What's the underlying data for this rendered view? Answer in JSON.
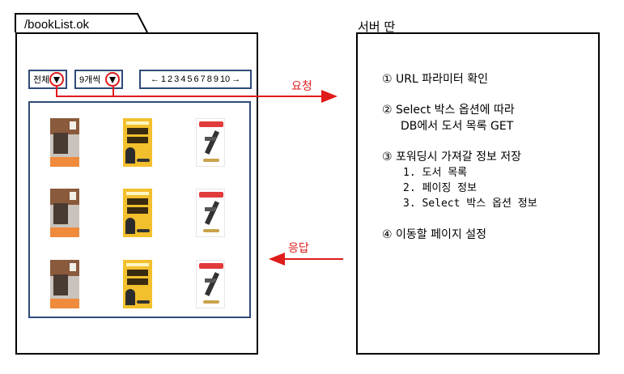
{
  "browser": {
    "tab_title": "/bookList.ok",
    "filter_select": {
      "value": "전체"
    },
    "count_select": {
      "value": "9개씩"
    },
    "pagination": {
      "prev": "←",
      "pages": [
        "1",
        "2",
        "3",
        "4",
        "5",
        "6",
        "7",
        "8",
        "9",
        "10"
      ],
      "next": "→"
    },
    "book_grid": [
      [
        "cover-a",
        "cover-b",
        "cover-c"
      ],
      [
        "cover-a",
        "cover-b",
        "cover-c"
      ],
      [
        "cover-a",
        "cover-b",
        "cover-c"
      ]
    ]
  },
  "flow": {
    "request_label": "요청",
    "response_label": "응답",
    "arrow_color": "#e01b1b"
  },
  "server": {
    "title": "서버 딴",
    "steps": [
      {
        "num": "①",
        "lines": [
          "URL 파라미터 확인"
        ]
      },
      {
        "num": "②",
        "lines": [
          "Select 박스 옵션에 따라",
          "DB에서 도서 목록 GET"
        ]
      },
      {
        "num": "③",
        "lines": [
          "포워딩시 가져갈 정보 저장"
        ],
        "sub": [
          "1. 도서 목록",
          "2. 페이징 정보",
          "3. Select 박스 옵션 정보"
        ]
      },
      {
        "num": "④",
        "lines": [
          "이동할 페이지 설정"
        ]
      }
    ]
  },
  "colors": {
    "control_border": "#2f4a7a",
    "highlight": "#e01b1b"
  }
}
